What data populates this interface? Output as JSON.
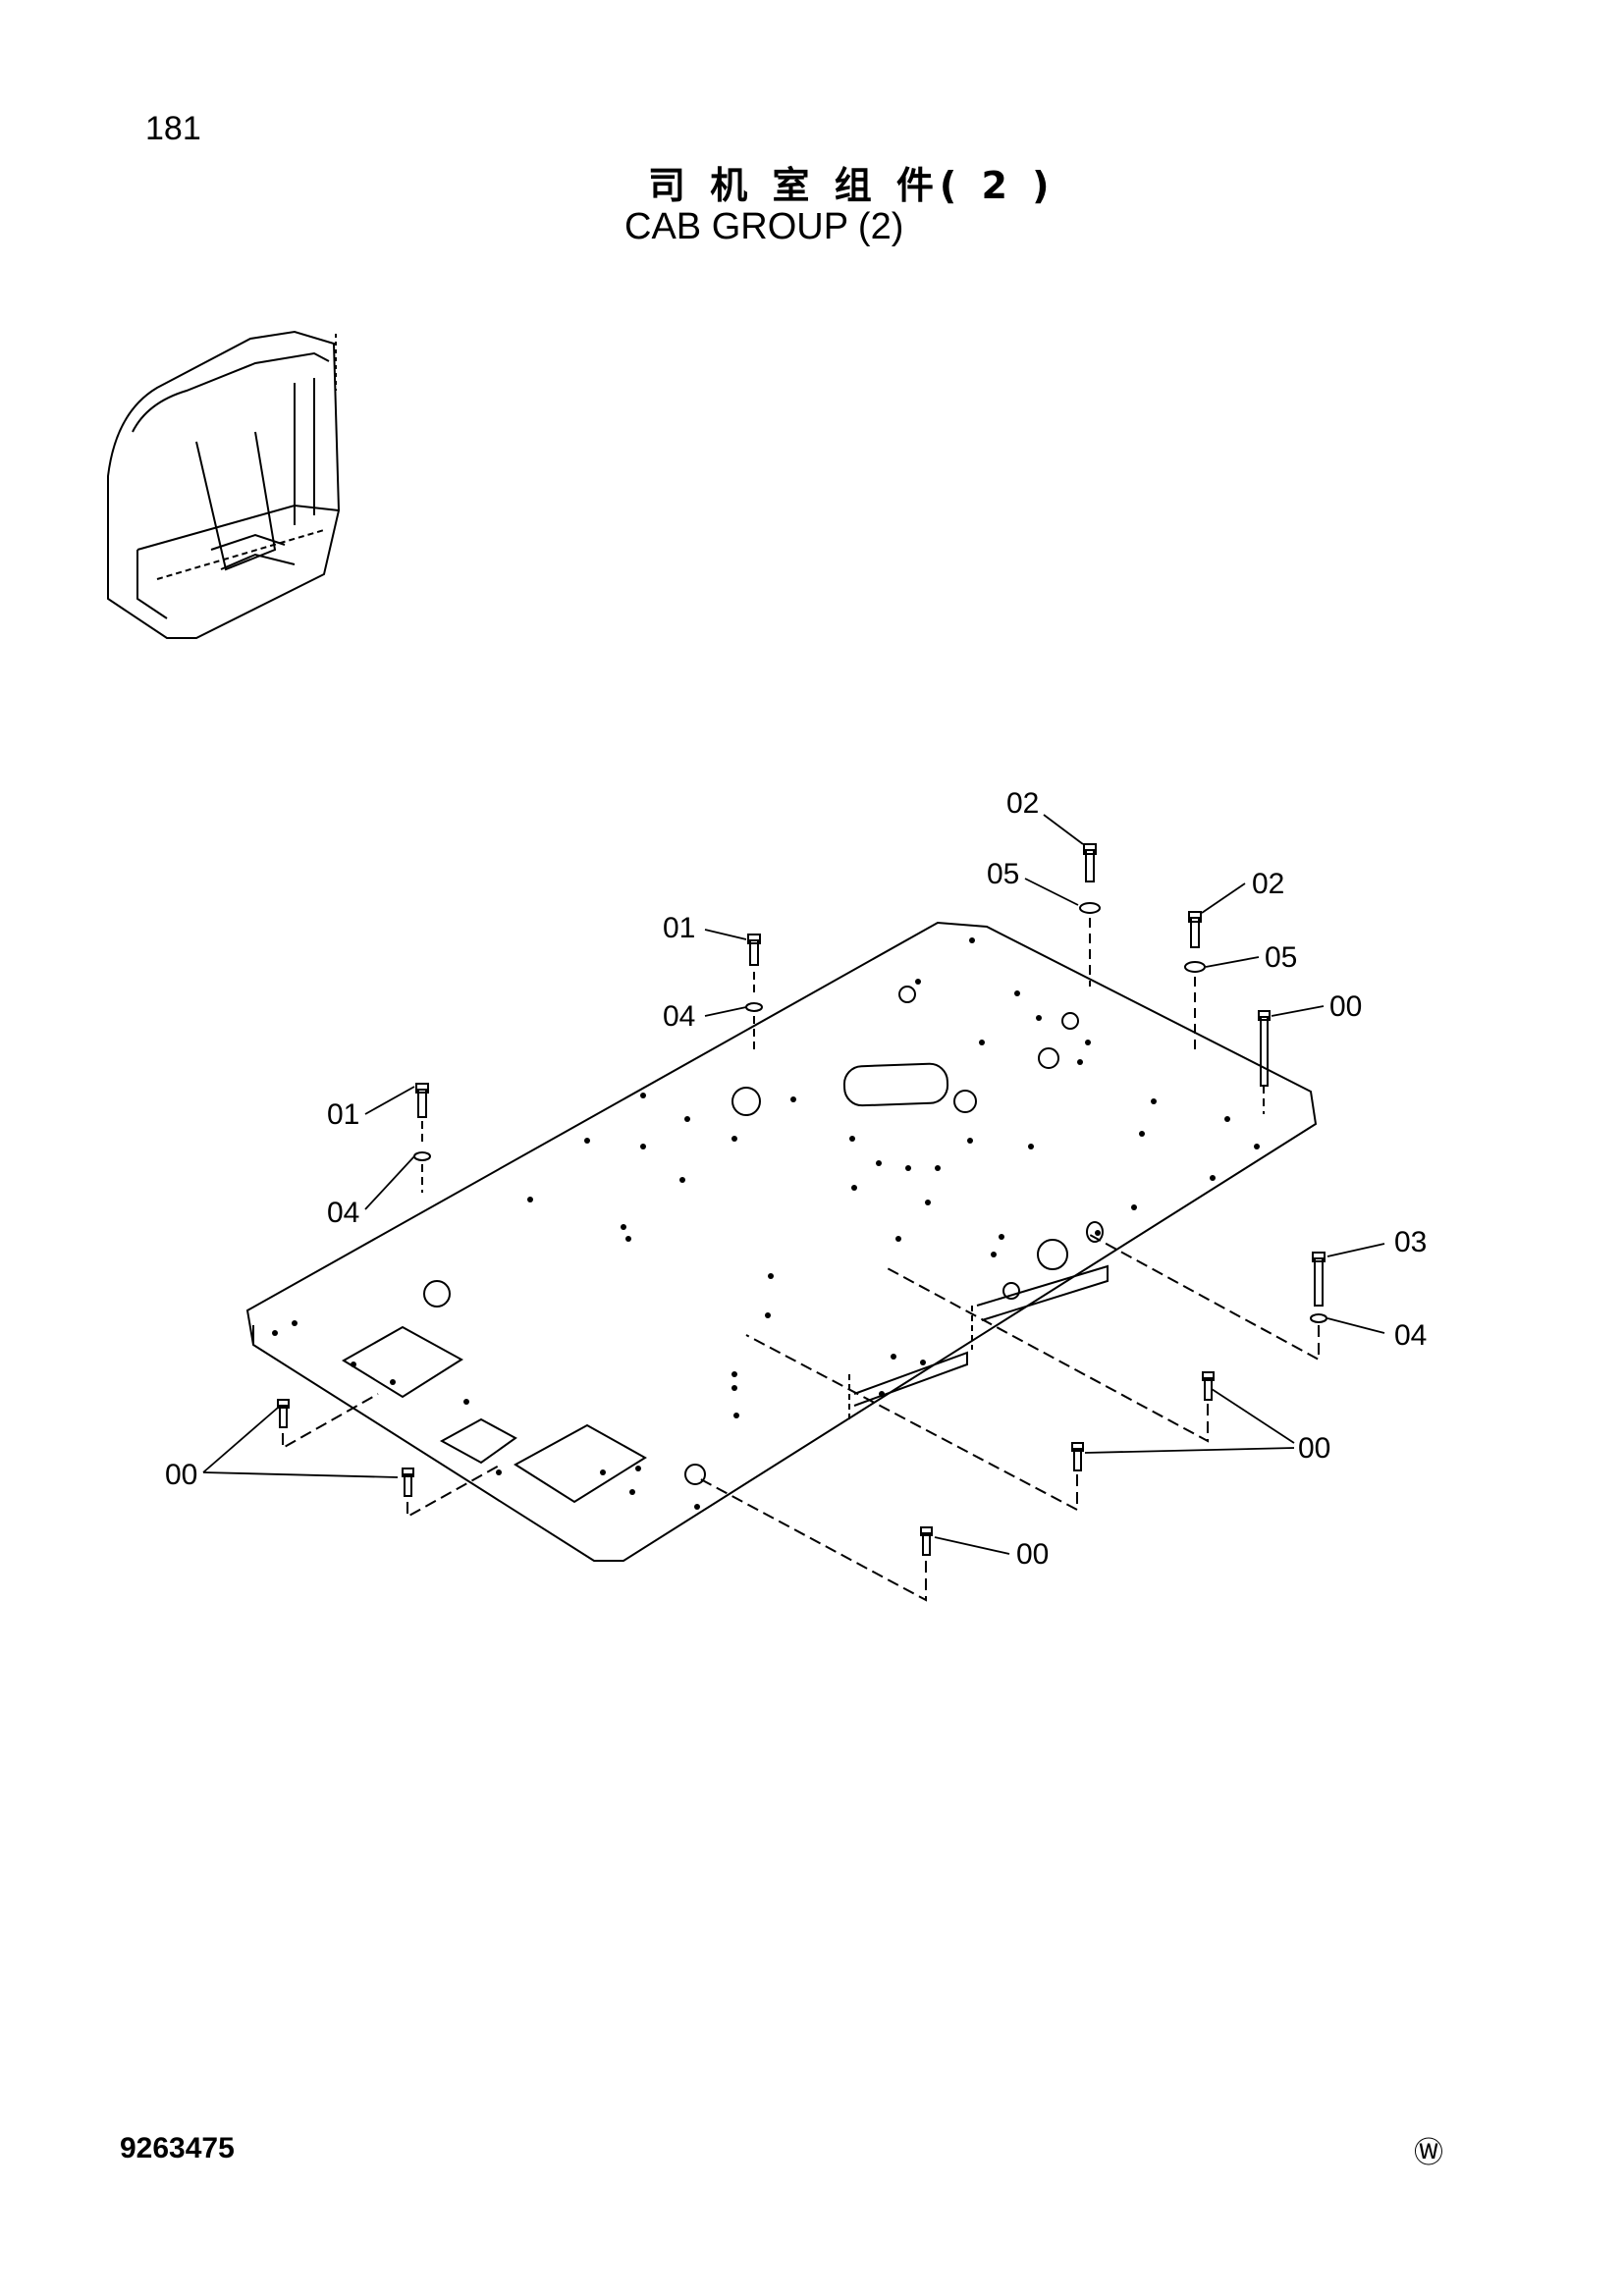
{
  "page": {
    "number": "181",
    "title_cn": "司 机 室 组 件( 2 )",
    "title_en": "CAB GROUP (2)",
    "doc_number": "9263475",
    "mark": "Ⓦ"
  },
  "callouts": [
    {
      "id": "c1",
      "label": "02"
    },
    {
      "id": "c2",
      "label": "05"
    },
    {
      "id": "c3",
      "label": "02"
    },
    {
      "id": "c4",
      "label": "05"
    },
    {
      "id": "c5",
      "label": "01"
    },
    {
      "id": "c6",
      "label": "04"
    },
    {
      "id": "c7",
      "label": "00"
    },
    {
      "id": "c8",
      "label": "01"
    },
    {
      "id": "c9",
      "label": "04"
    },
    {
      "id": "c10",
      "label": "03"
    },
    {
      "id": "c11",
      "label": "04"
    },
    {
      "id": "c12",
      "label": "00"
    },
    {
      "id": "c13",
      "label": "00"
    },
    {
      "id": "c14",
      "label": "00"
    }
  ]
}
